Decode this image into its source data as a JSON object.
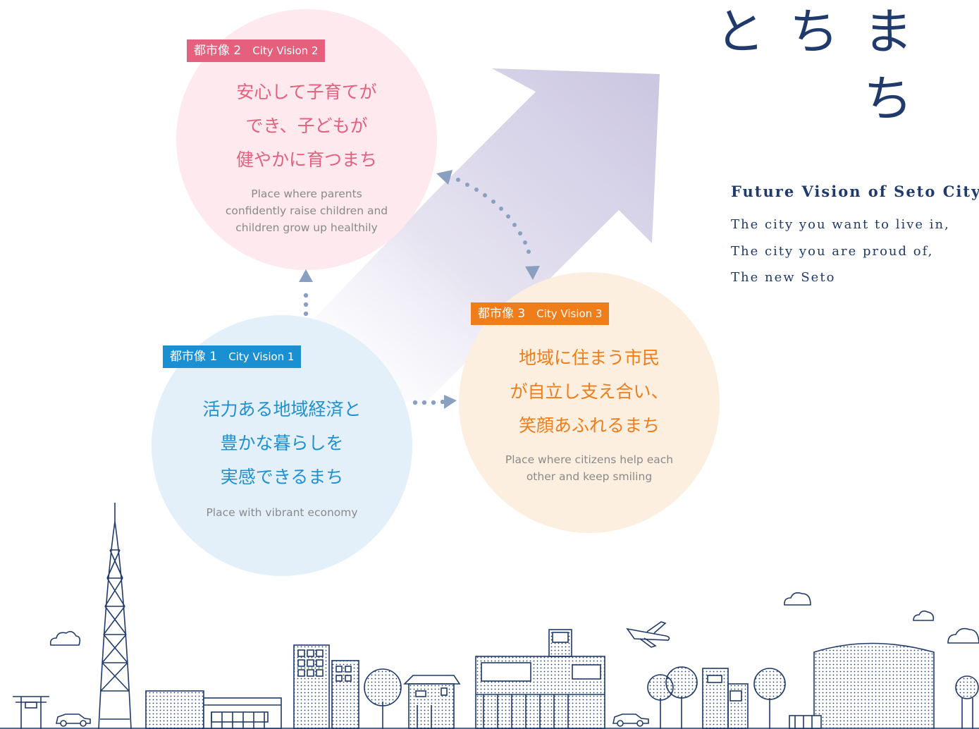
{
  "vertical_title": {
    "col_left": "と",
    "col_mid": "ち",
    "col_right_top": "ま",
    "col_right_bottom": "ち"
  },
  "future_vision": {
    "title": "Future Vision of Seto City",
    "lines": [
      "The city you want to live in,",
      "The city you are proud of,",
      "The new Seto"
    ]
  },
  "visions": [
    {
      "tag_jp": "都市像 1",
      "tag_en": "City Vision 1",
      "jp_lines": [
        "活力ある地域経済と",
        "豊かな暮らしを",
        "実感できるまち"
      ],
      "en_lines": [
        "Place with vibrant economy"
      ],
      "tag_color": "#1a8fd1",
      "text_color": "#2090d0",
      "circle_color": "#e3f0fa"
    },
    {
      "tag_jp": "都市像 2",
      "tag_en": "City Vision 2",
      "jp_lines": [
        "安心して子育てが",
        "でき、子どもが",
        "健やかに育つまち"
      ],
      "en_lines": [
        "Place where parents",
        "confidently raise children and",
        "children grow up healthily"
      ],
      "tag_color": "#e5607d",
      "text_color": "#e5607d",
      "circle_color": "#fde9ee"
    },
    {
      "tag_jp": "都市像 3",
      "tag_en": "City Vision 3",
      "jp_lines": [
        "地域に住まう市民",
        "が自立し支え合い、",
        "笑顔あふれるまち"
      ],
      "en_lines": [
        "Place where citizens help each",
        "other and keep smiling"
      ],
      "tag_color": "#ef7d1a",
      "text_color": "#ef7d1a",
      "circle_color": "#fdefe0"
    }
  ],
  "colors": {
    "arrow": "#cfcbe3",
    "dots": "#8aa0c0",
    "skyline": "#1f3a6b"
  }
}
